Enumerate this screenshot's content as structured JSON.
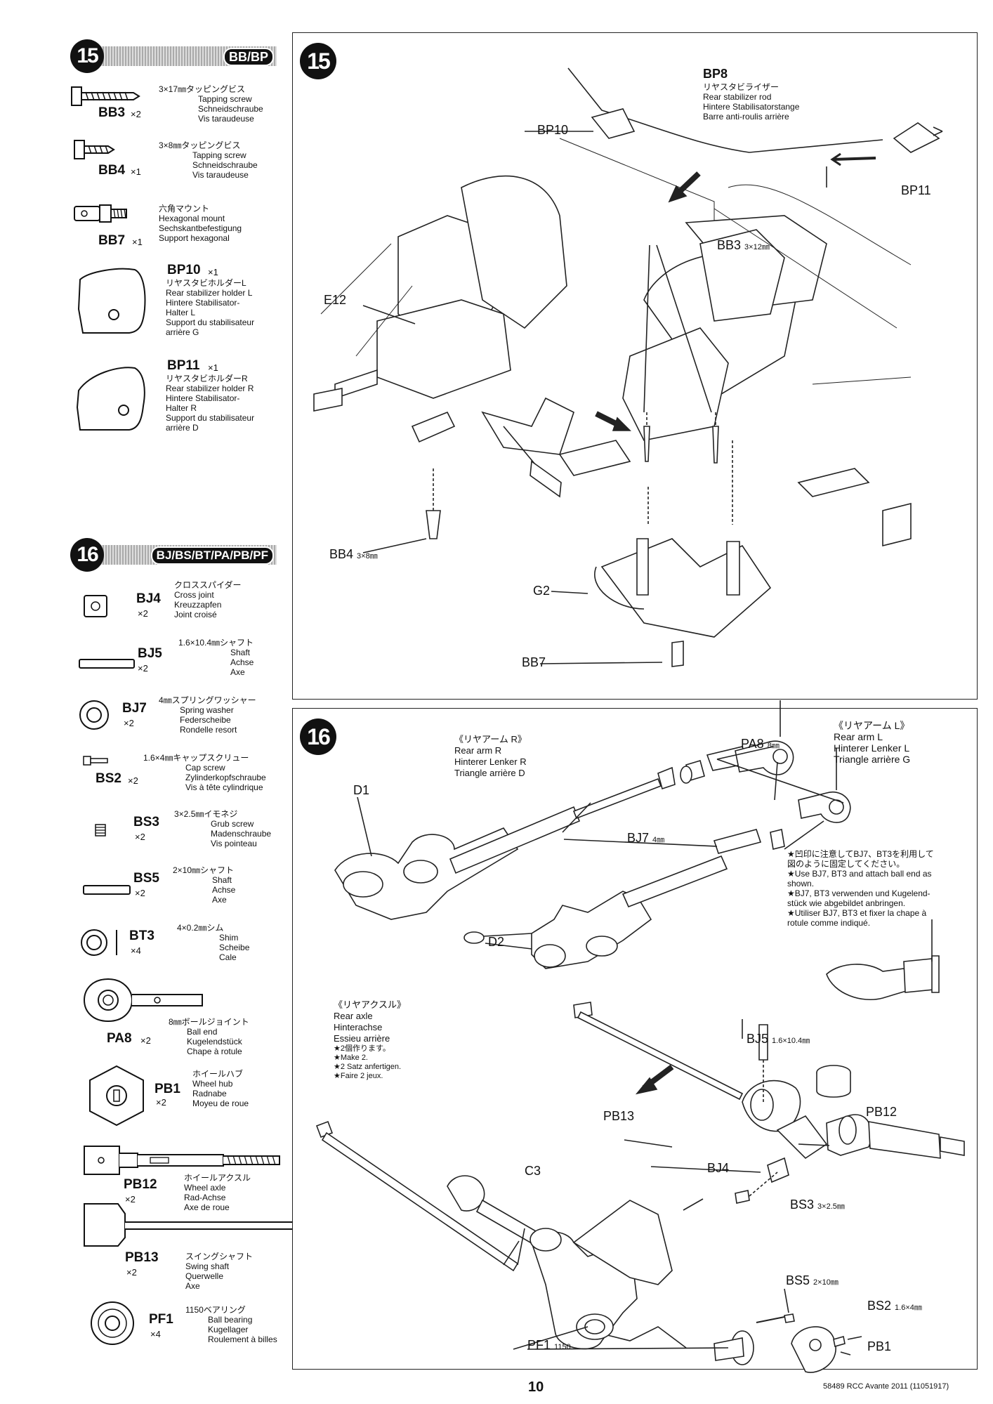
{
  "left_column": {
    "step15": {
      "number": "15",
      "code": "BB/BP",
      "parts": [
        {
          "code": "BB3",
          "qty": "×2",
          "jp": "3×17㎜タッピングビス",
          "en": "Tapping screw",
          "de": "Schneidschraube",
          "fr": "Vis taraudeuse"
        },
        {
          "code": "BB4",
          "qty": "×1",
          "jp": "3×8㎜タッピングビス",
          "en": "Tapping screw",
          "de": "Schneidschraube",
          "fr": "Vis taraudeuse"
        },
        {
          "code": "BB7",
          "qty": "×1",
          "jp": "六角マウント",
          "en": "Hexagonal mount",
          "de": "Sechskantbefestigung",
          "fr": "Support hexagonal"
        },
        {
          "code": "BP10",
          "qty": "×1",
          "jp": "リヤスタビホルダーL",
          "en": "Rear stabilizer holder L",
          "de": "Hintere Stabilisator-",
          "de2": "Halter L",
          "fr": "Support du stabilisateur",
          "fr2": "arrière G"
        },
        {
          "code": "BP11",
          "qty": "×1",
          "jp": "リヤスタビホルダーR",
          "en": "Rear stabilizer holder R",
          "de": "Hintere Stabilisator-",
          "de2": "Halter R",
          "fr": "Support du stabilisateur",
          "fr2": "arrière D"
        }
      ]
    },
    "step16": {
      "number": "16",
      "code": "BJ/BS/BT/PA/PB/PF",
      "parts": [
        {
          "code": "BJ4",
          "qty": "×2",
          "jp": "クロススパイダー",
          "en": "Cross joint",
          "de": "Kreuzzapfen",
          "fr": "Joint croisé"
        },
        {
          "code": "BJ5",
          "qty": "×2",
          "jp": "1.6×10.4㎜シャフト",
          "en": "Shaft",
          "de": "Achse",
          "fr": "Axe"
        },
        {
          "code": "BJ7",
          "qty": "×2",
          "jp": "4㎜スプリングワッシャー",
          "en": "Spring washer",
          "de": "Federscheibe",
          "fr": "Rondelle resort"
        },
        {
          "code": "BS2",
          "qty": "×2",
          "jp": "1.6×4㎜キャップスクリュー",
          "en": "Cap screw",
          "de": "Zylinderkopfschraube",
          "fr": "Vis à tête cylindrique"
        },
        {
          "code": "BS3",
          "qty": "×2",
          "jp": "3×2.5㎜イモネジ",
          "en": "Grub screw",
          "de": "Madenschraube",
          "fr": "Vis pointeau"
        },
        {
          "code": "BS5",
          "qty": "×2",
          "jp": "2×10㎜シャフト",
          "en": "Shaft",
          "de": "Achse",
          "fr": "Axe"
        },
        {
          "code": "BT3",
          "qty": "×4",
          "jp": "4×0.2㎜シム",
          "en": "Shim",
          "de": "Scheibe",
          "fr": "Cale"
        },
        {
          "code": "PA8",
          "qty": "×2",
          "jp": "8㎜ボールジョイント",
          "en": "Ball end",
          "de": "Kugelendstück",
          "fr": "Chape à rotule"
        },
        {
          "code": "PB1",
          "qty": "×2",
          "jp": "ホイールハブ",
          "en": "Wheel hub",
          "de": "Radnabe",
          "fr": "Moyeu de roue"
        },
        {
          "code": "PB12",
          "qty": "×2",
          "jp": "ホイールアクスル",
          "en": "Wheel axle",
          "de": "Rad-Achse",
          "fr": "Axe de roue"
        },
        {
          "code": "PB13",
          "qty": "×2",
          "jp": "スイングシャフト",
          "en": "Swing shaft",
          "de": "Querwelle",
          "fr": "Axe"
        },
        {
          "code": "PF1",
          "qty": "×4",
          "jp": "1150ベアリング",
          "en": "Ball bearing",
          "de": "Kugellager",
          "fr": "Roulement à billes"
        }
      ]
    }
  },
  "panel15": {
    "number": "15",
    "labels": {
      "bp8": "BP8",
      "bp8_jp": "リヤスタビライザー",
      "bp8_en": "Rear stabilizer rod",
      "bp8_de": "Hintere Stabilisatorstange",
      "bp8_fr": "Barre anti-roulis arrière",
      "bp10": "BP10",
      "bp11": "BP11",
      "bb3": "BB3",
      "bb3_size": "3×12㎜",
      "e12": "E12",
      "bb4": "BB4",
      "bb4_size": "3×8㎜",
      "g2": "G2",
      "bb7": "BB7"
    }
  },
  "panel16": {
    "number": "16",
    "rear_arm_r": {
      "jp": "《リヤアーム R》",
      "en": "Rear arm R",
      "de": "Hinterer Lenker R",
      "fr": "Triangle arrière D"
    },
    "rear_arm_l": {
      "jp": "《リヤアーム L》",
      "en": "Rear arm L",
      "de": "Hinterer Lenker L",
      "fr": "Triangle arrière G"
    },
    "rear_axle": {
      "jp": "《リヤアクスル》",
      "en": "Rear axle",
      "de": "Hinterachse",
      "fr": "Essieu arrière",
      "make_jp": "★2個作ります。",
      "make_en": "★Make 2.",
      "make_de": "★2 Satz anfertigen.",
      "make_fr": "★Faire 2 jeux."
    },
    "note": {
      "jp1": "★凹印に注意してBJ7、BT3を利用して",
      "jp2": "図のように固定してください。",
      "en1": "★Use BJ7, BT3 and attach ball end as",
      "en2": "shown.",
      "de1": "★BJ7, BT3 verwenden und Kugelend-",
      "de2": "stück wie abgebildet anbringen.",
      "fr1": "★Utiliser BJ7, BT3 et fixer la chape à",
      "fr2": "rotule comme indiqué."
    },
    "labels": {
      "pa8": "PA8",
      "pa8_size": "8㎜",
      "d1": "D1",
      "d2": "D2",
      "bj7": "BJ7",
      "bj7_size": "4㎜",
      "bj5": "BJ5",
      "bj5_size": "1.6×10.4㎜",
      "pb13": "PB13",
      "pb12": "PB12",
      "bj4": "BJ4",
      "bs3": "BS3",
      "bs3_size": "3×2.5㎜",
      "c3": "C3",
      "bs5": "BS5",
      "bs5_size": "2×10㎜",
      "bs2": "BS2",
      "bs2_size": "1.6×4㎜",
      "pf1": "PF1",
      "pf1_size": "1150",
      "pb1": "PB1"
    }
  },
  "footer": {
    "page_number": "10",
    "product": "58489 RCC Avante 2011 (11051917)"
  }
}
